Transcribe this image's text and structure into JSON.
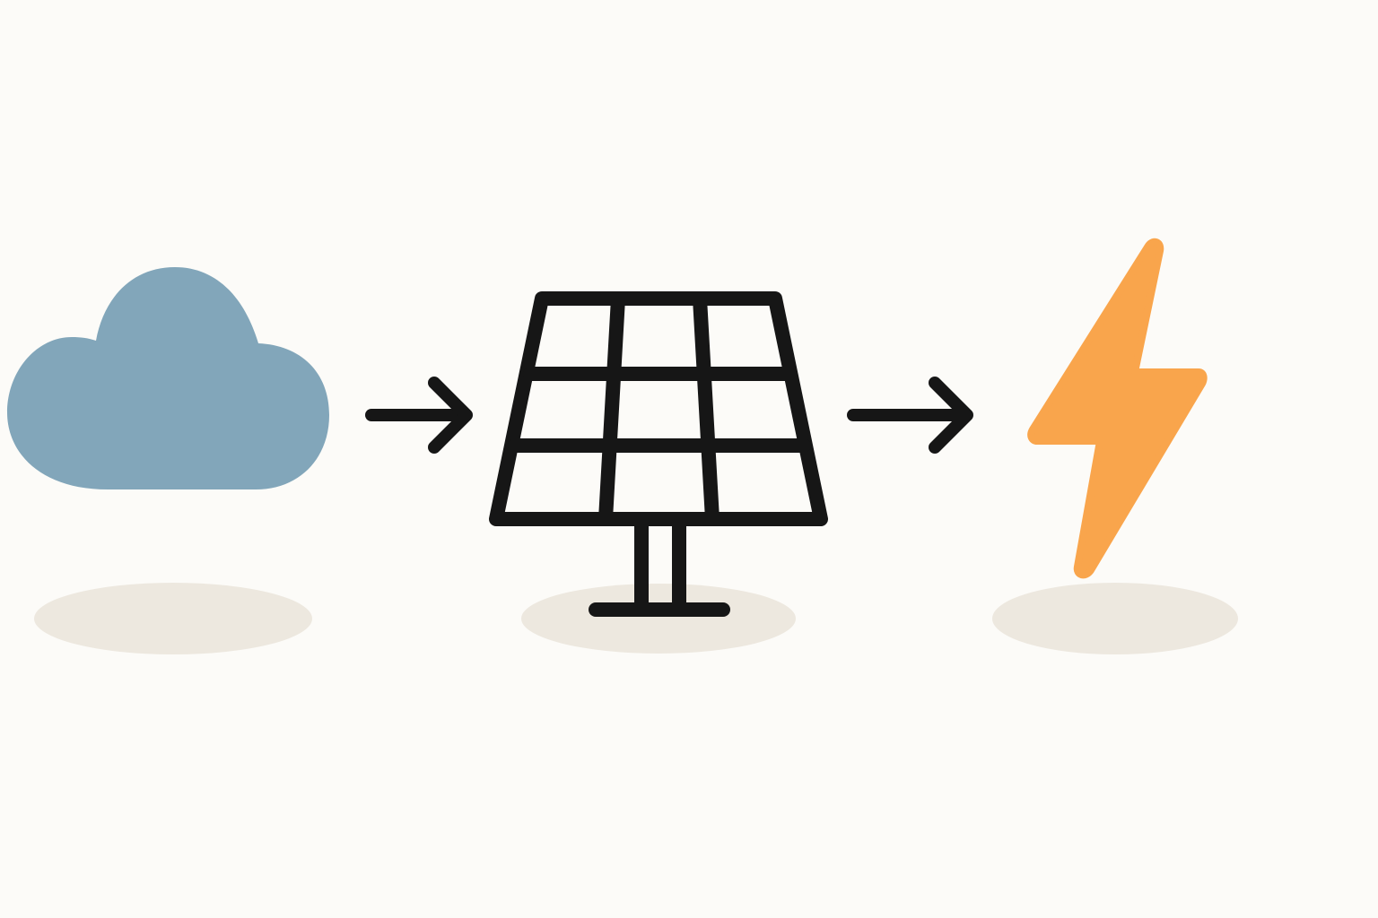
{
  "diagram": {
    "nodes": [
      {
        "id": "cloud",
        "icon": "cloud-icon",
        "color": "#82a6ba"
      },
      {
        "id": "solar-panel",
        "icon": "solar-panel-icon",
        "color": "#161616"
      },
      {
        "id": "electricity",
        "icon": "lightning-bolt-icon",
        "color": "#f9a54c"
      }
    ],
    "edges": [
      {
        "from": "cloud",
        "to": "solar-panel",
        "icon": "arrow-right-icon"
      },
      {
        "from": "solar-panel",
        "to": "electricity",
        "icon": "arrow-right-icon"
      }
    ],
    "colors": {
      "background": "#fcfbf8",
      "ground_shadow": "#ede8df",
      "stroke": "#161616"
    }
  }
}
